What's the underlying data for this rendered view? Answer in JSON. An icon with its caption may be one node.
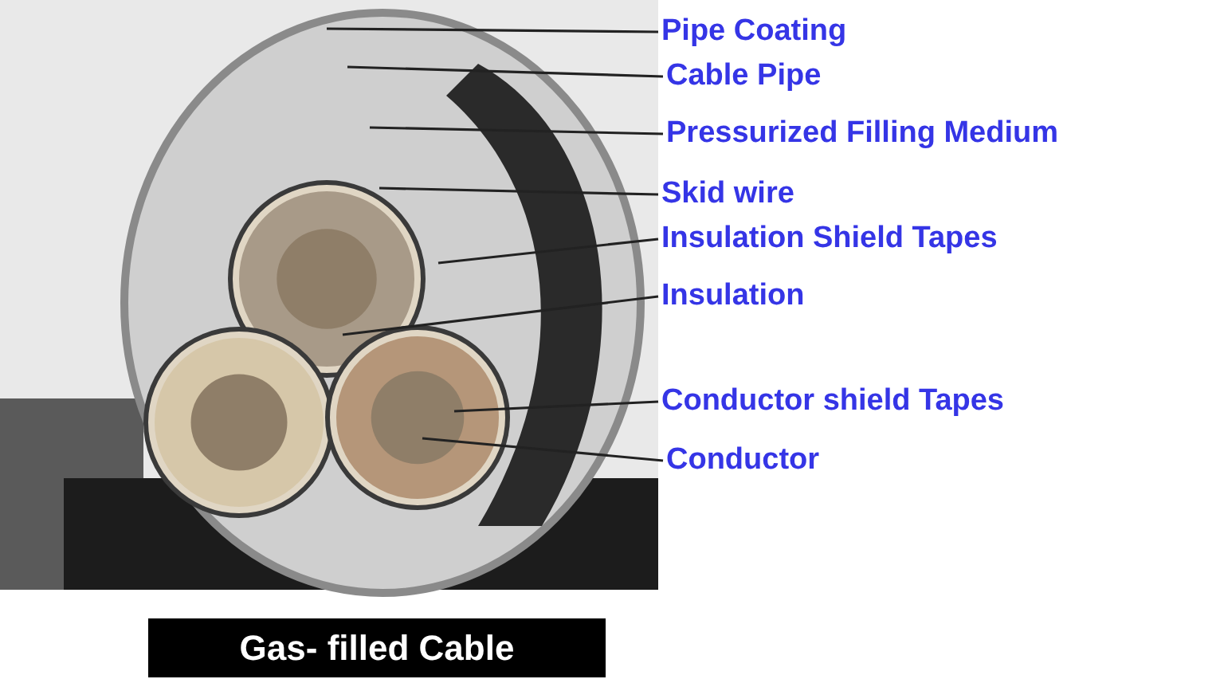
{
  "diagram": {
    "caption": "Gas- filled Cable",
    "nodes": [
      {
        "text": [
          "Pipe Coating"
        ]
      },
      {
        "text": [
          "Cable Pipe"
        ]
      },
      {
        "text": [
          "Pressurized Filling Medium"
        ]
      },
      {
        "text": [
          "Skid wire"
        ]
      },
      {
        "text": [
          "Insulation Shield Tapes"
        ]
      },
      {
        "text": [
          "Insulation"
        ]
      },
      {
        "text": [
          "Conductor shield Tapes"
        ]
      },
      {
        "text": [
          "Conductor"
        ]
      }
    ],
    "edges": [
      {
        "from": 0,
        "to": null,
        "arrow": "none"
      },
      {
        "from": 1,
        "to": null,
        "arrow": "none"
      },
      {
        "from": 2,
        "to": null,
        "arrow": "none"
      },
      {
        "from": 3,
        "to": null,
        "arrow": "none"
      },
      {
        "from": 4,
        "to": null,
        "arrow": "none"
      },
      {
        "from": 5,
        "to": null,
        "arrow": "none"
      },
      {
        "from": 6,
        "to": null,
        "arrow": "none"
      },
      {
        "from": 7,
        "to": null,
        "arrow": "none"
      }
    ]
  }
}
